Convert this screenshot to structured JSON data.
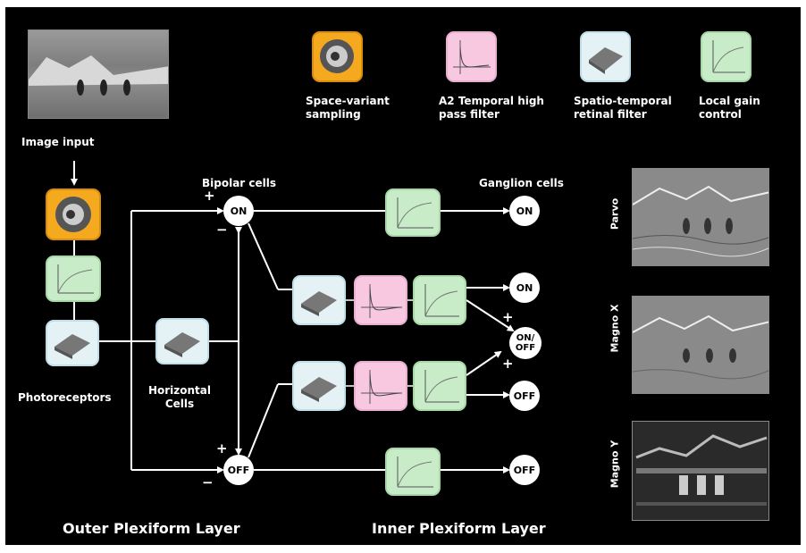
{
  "legend": [
    {
      "id": "space-variant",
      "label": "Space-variant sampling"
    },
    {
      "id": "a2-highpass",
      "label": "A2 Temporal high pass filter"
    },
    {
      "id": "spatiotemporal",
      "label": "Spatio-temporal retinal filter"
    },
    {
      "id": "local-gain",
      "label": "Local gain control"
    }
  ],
  "labels": {
    "image_input": "Image input",
    "photoreceptors": "Photoreceptors",
    "horizontal_cells": "Horizontal Cells",
    "bipolar_cells": "Bipolar cells",
    "ganglion_cells": "Ganglion cells",
    "outer_layer": "Outer Plexiform Layer",
    "inner_layer": "Inner Plexiform Layer"
  },
  "nodes": {
    "bipolar_on": "ON",
    "bipolar_off": "OFF",
    "ganglion_on_parvo": "ON",
    "ganglion_on_magno": "ON",
    "ganglion_onoff": "ON/ OFF",
    "ganglion_off_magno": "OFF",
    "ganglion_off_parvo": "OFF"
  },
  "signs": {
    "plus": "+",
    "minus": "−"
  },
  "outputs": [
    {
      "id": "parvo",
      "label": "Parvo"
    },
    {
      "id": "magno-x",
      "label": "Magno X"
    },
    {
      "id": "magno-y",
      "label": "Magno Y"
    }
  ],
  "colors": {
    "background": "#000000",
    "local_gain": "#c8ecc8",
    "highpass": "#f7c8e0",
    "spatiotemporal": "#e4f1f5",
    "space_variant": "#f4a91f"
  }
}
